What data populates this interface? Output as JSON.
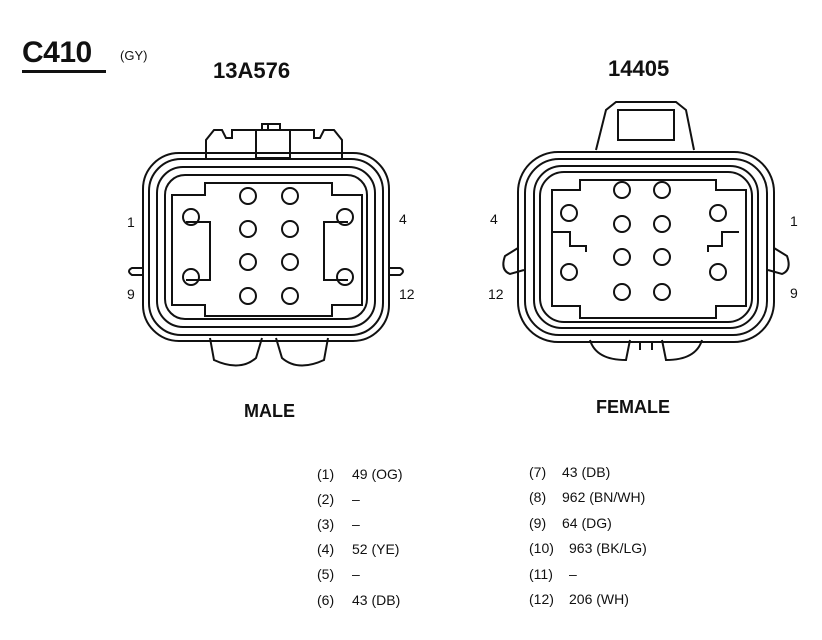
{
  "connector": {
    "id": "C410",
    "color_code": "(GY)"
  },
  "male": {
    "part_number": "13A576",
    "label": "MALE",
    "pin_labels": {
      "top_left": "1",
      "top_right": "4",
      "bottom_left": "9",
      "bottom_right": "12"
    }
  },
  "female": {
    "part_number": "14405",
    "label": "FEMALE",
    "pin_labels": {
      "top_left": "4",
      "top_right": "1",
      "bottom_left": "12",
      "bottom_right": "9"
    }
  },
  "pinout_left": [
    {
      "pin": "(1)",
      "circuit": "49 (OG)"
    },
    {
      "pin": "(2)",
      "circuit": "–"
    },
    {
      "pin": "(3)",
      "circuit": "–"
    },
    {
      "pin": "(4)",
      "circuit": "52 (YE)"
    },
    {
      "pin": "(5)",
      "circuit": "–"
    },
    {
      "pin": "(6)",
      "circuit": "43 (DB)"
    }
  ],
  "pinout_right": [
    {
      "pin": "(7)",
      "circuit": "43 (DB)"
    },
    {
      "pin": "(8)",
      "circuit": "962 (BN/WH)"
    },
    {
      "pin": "(9)",
      "circuit": "64 (DG)"
    },
    {
      "pin": "(10)",
      "circuit": "963 (BK/LG)"
    },
    {
      "pin": "(11)",
      "circuit": "–"
    },
    {
      "pin": "(12)",
      "circuit": "206 (WH)"
    }
  ]
}
